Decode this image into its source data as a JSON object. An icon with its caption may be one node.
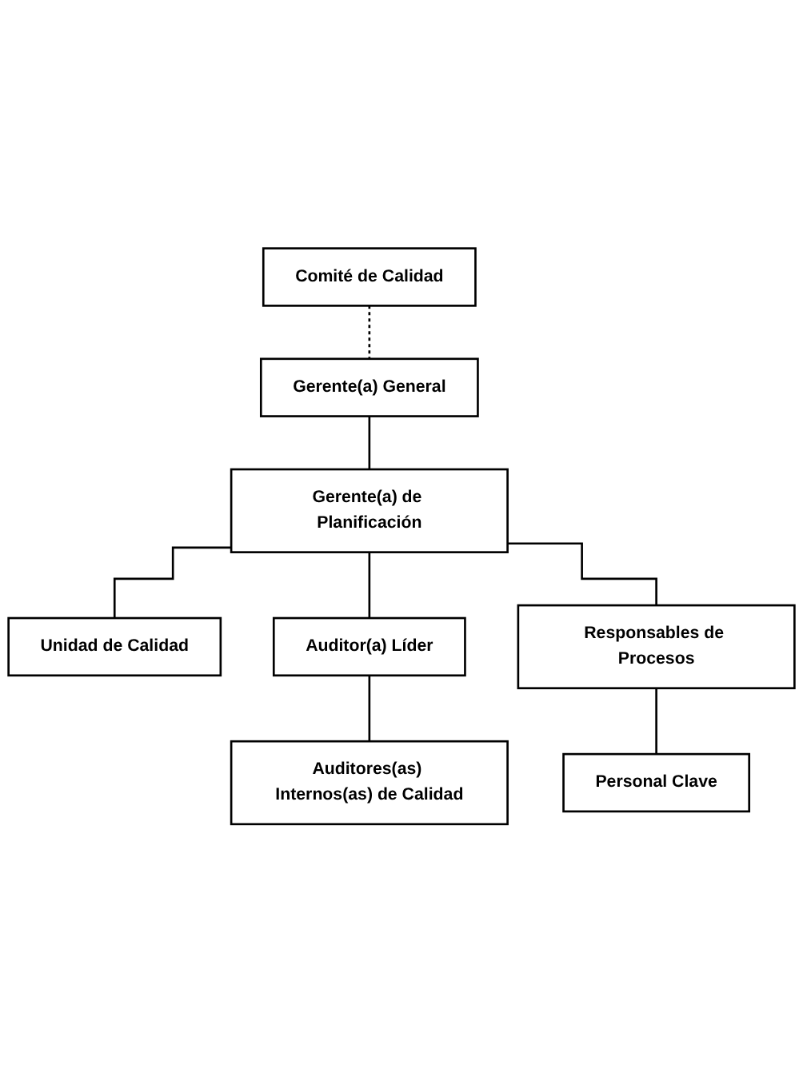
{
  "diagram": {
    "nodes": [
      {
        "text": [
          "Gerente(a) General"
        ]
      },
      {
        "text": [
          "Comité de Calidad"
        ]
      },
      {
        "text": [
          "Gerente(a) de Planificación"
        ]
      },
      {
        "text": [
          "Unidad de Calidad"
        ]
      },
      {
        "text": [
          "Auditor(a) Líder"
        ]
      },
      {
        "text": [
          "Responsables de Procesos"
        ]
      },
      {
        "text": [
          "Auditores(as) Internos(as) de Calidad"
        ]
      },
      {
        "text": [
          "Personal Clave"
        ]
      }
    ],
    "edges": [
      {
        "from": 0,
        "to": 2,
        "arrow": "none"
      },
      {
        "from": 1,
        "to": 0,
        "arrow": "none",
        "style": "dashed"
      },
      {
        "from": 2,
        "to": 3,
        "arrow": "none"
      },
      {
        "from": 2,
        "to": 4,
        "arrow": "none"
      },
      {
        "from": 2,
        "to": 5,
        "arrow": "none"
      },
      {
        "from": 4,
        "to": 6,
        "arrow": "none"
      },
      {
        "from": 5,
        "to": 7,
        "arrow": "none"
      }
    ]
  }
}
